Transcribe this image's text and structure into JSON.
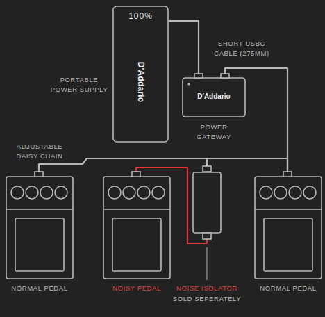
{
  "diagram": {
    "nodes": [
      {
        "text": [
          "100%",
          "D'Addario",
          "PORTABLE POWER SUPPLY"
        ]
      },
      {
        "text": [
          "D'Addario",
          "POWER GATEWAY"
        ]
      },
      {
        "text": [
          "NORMAL PEDAL"
        ]
      },
      {
        "text": [
          "NOISY PEDAL"
        ]
      },
      {
        "text": [
          "NOISE ISOLATOR",
          "SOLD SEPERATELY"
        ]
      },
      {
        "text": [
          "NORMAL PEDAL"
        ]
      }
    ],
    "edges": [
      {
        "from": 0,
        "to": 1,
        "arrow": "none"
      },
      {
        "from": 1,
        "to": 5,
        "arrow": "none"
      },
      {
        "from": 5,
        "to": 4,
        "arrow": "none"
      },
      {
        "from": 4,
        "to": 2,
        "arrow": "none"
      },
      {
        "from": 4,
        "to": 3,
        "arrow": "none"
      }
    ],
    "labels": [
      "SHORT USBC CABLE (275MM)",
      "ADJUSTABLE DAISY CHAIN"
    ]
  }
}
